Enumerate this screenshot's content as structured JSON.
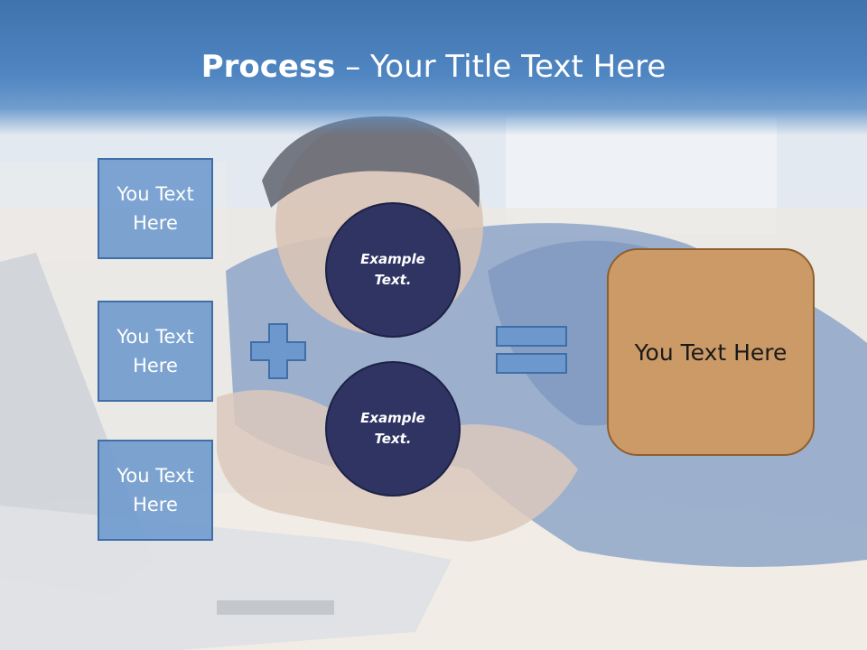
{
  "slide": {
    "title_bold": "Process",
    "title_rest": " – Your Title Text Here",
    "boxes": [
      {
        "label": "You Text Here"
      },
      {
        "label": "You Text Here"
      },
      {
        "label": "You Text Here"
      }
    ],
    "circles": [
      {
        "label": "Example Text."
      },
      {
        "label": "Example Text."
      }
    ],
    "result": {
      "label": "You Text Here"
    },
    "operators": {
      "plus": "plus-icon",
      "equals": "equals-icon"
    },
    "colors": {
      "header": "#4f85c1",
      "box_fill": "#6c98cd",
      "box_border": "#3f6fa6",
      "circle_fill": "#2f3463",
      "result_fill": "#cc9a66",
      "result_border": "#8e5f2c"
    }
  }
}
